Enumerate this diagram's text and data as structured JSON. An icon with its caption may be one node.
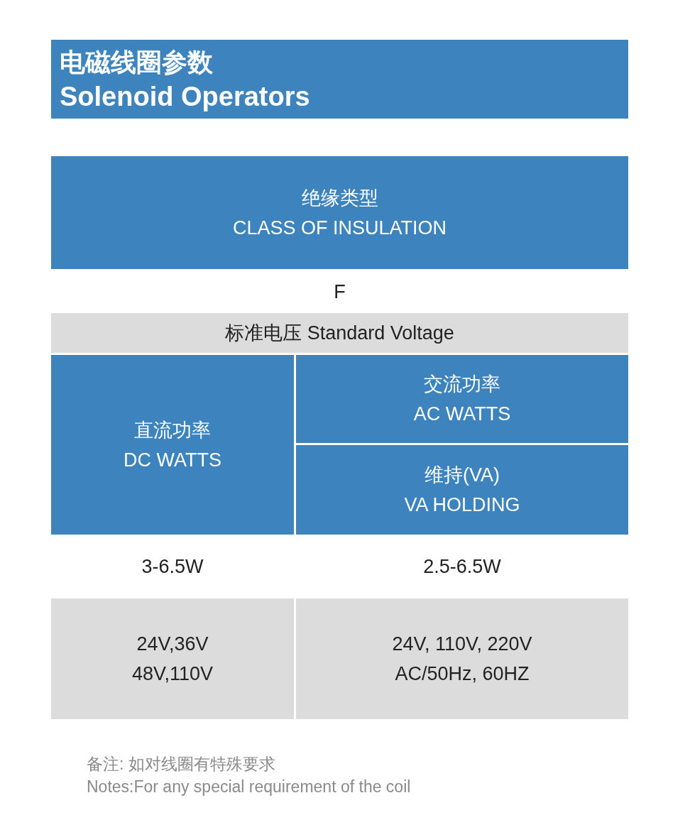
{
  "diagram": {
    "nodes": [
      {
        "text": [
          "电磁线圈参数",
          "Solenoid Operators"
        ]
      }
    ],
    "labels": [
      "绝缘类型",
      "CLASS OF INSULATION",
      "F",
      "标准电压 Standard Voltage",
      "直流功率",
      "DC WATTS",
      "交流功率",
      "AC WATTS",
      "维持(VA)",
      "VA HOLDING",
      "3-6.5W",
      "2.5-6.5W",
      "24V,36V",
      "48V,110V",
      "24V, 110V, 220V",
      "AC/50Hz, 60HZ",
      "备注: 如对线圈有特殊要求",
      "Notes:For any special requirement of the coil"
    ]
  }
}
